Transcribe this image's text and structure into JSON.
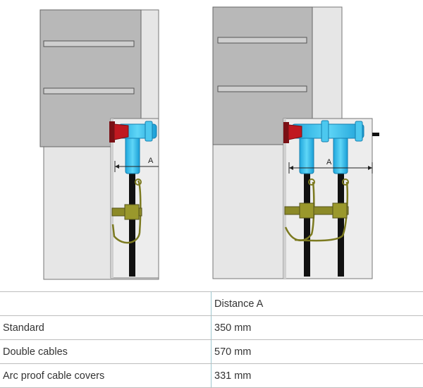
{
  "diagram": {
    "dimension_label_left": "A",
    "dimension_label_right": "A"
  },
  "table": {
    "header": [
      "",
      "Distance A"
    ],
    "rows": [
      {
        "config": "Standard",
        "distance": "350 mm"
      },
      {
        "config": "Double cables",
        "distance": "570 mm"
      },
      {
        "config": "Arc proof cable covers",
        "distance": "331 mm"
      }
    ]
  },
  "colors": {
    "panel_gray": "#b8b8b8",
    "panel_light": "#e6e6e6",
    "connector_blue": "#38c6f0",
    "bushing_red": "#c01820",
    "clamp_olive": "#8c8a28",
    "cable_black": "#111111"
  }
}
